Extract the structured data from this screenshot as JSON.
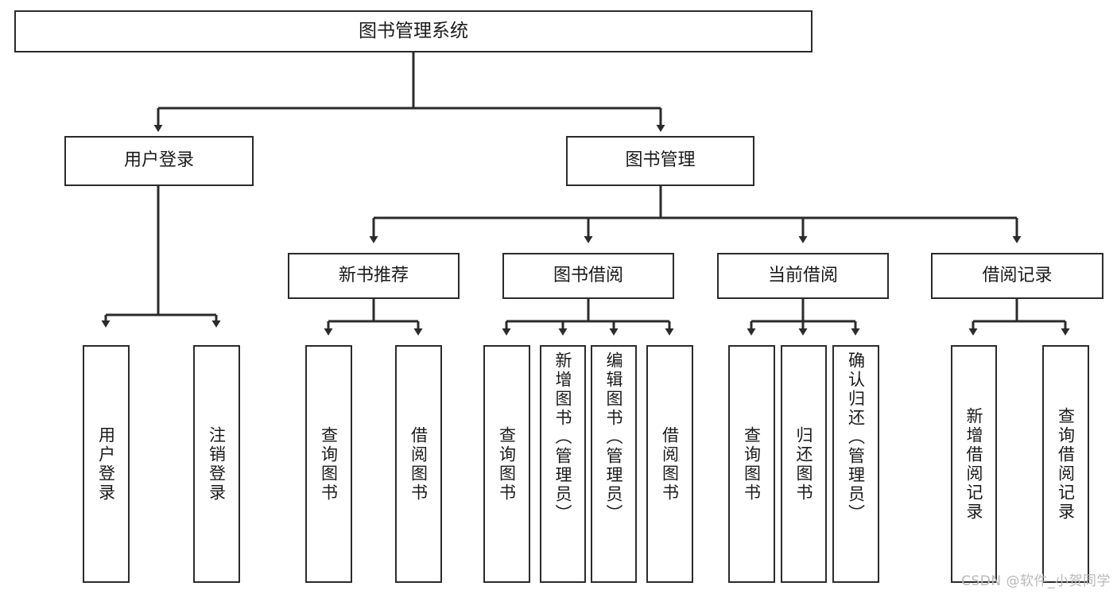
{
  "diagram": {
    "type": "tree",
    "title": "图书管理系统",
    "orientation": "top-down",
    "colors": {
      "node_border": "#2b2b2b",
      "node_fill": "#ffffff",
      "edge": "#2b2b2b",
      "text": "#1a1a1a",
      "watermark": "#b9b9b9",
      "background": "#ffffff"
    }
  },
  "root": {
    "label": "图书管理系统"
  },
  "level2": [
    {
      "id": "user-login",
      "label": "用户登录"
    },
    {
      "id": "book-manage",
      "label": "图书管理"
    }
  ],
  "level3": [
    {
      "id": "new-book-recommend",
      "label": "新书推荐"
    },
    {
      "id": "book-borrow",
      "label": "图书借阅"
    },
    {
      "id": "current-borrow",
      "label": "当前借阅"
    },
    {
      "id": "borrow-record",
      "label": "借阅记录"
    }
  ],
  "leaves": {
    "user_login": [
      {
        "id": "leaf-user-login",
        "label": "用户登录"
      },
      {
        "id": "leaf-logout",
        "label": "注销登录"
      }
    ],
    "new_book_recommend": [
      {
        "id": "leaf-query-book-1",
        "label": "查询图书"
      },
      {
        "id": "leaf-borrow-book-1",
        "label": "借阅图书"
      }
    ],
    "book_borrow": [
      {
        "id": "leaf-query-book-2",
        "label": "查询图书"
      },
      {
        "id": "leaf-add-book",
        "label": "新增图书（管理员）"
      },
      {
        "id": "leaf-edit-book",
        "label": "编辑图书（管理员）"
      },
      {
        "id": "leaf-borrow-book-2",
        "label": "借阅图书"
      }
    ],
    "current_borrow": [
      {
        "id": "leaf-query-book-3",
        "label": "查询图书"
      },
      {
        "id": "leaf-return-book",
        "label": "归还图书"
      },
      {
        "id": "leaf-confirm-return",
        "label": "确认归还（管理员）"
      }
    ],
    "borrow_record": [
      {
        "id": "leaf-add-record",
        "label": "新增借阅记录"
      },
      {
        "id": "leaf-query-record",
        "label": "查询借阅记录"
      }
    ]
  },
  "watermark": {
    "text": "CSDN @软件_小贺同学"
  }
}
